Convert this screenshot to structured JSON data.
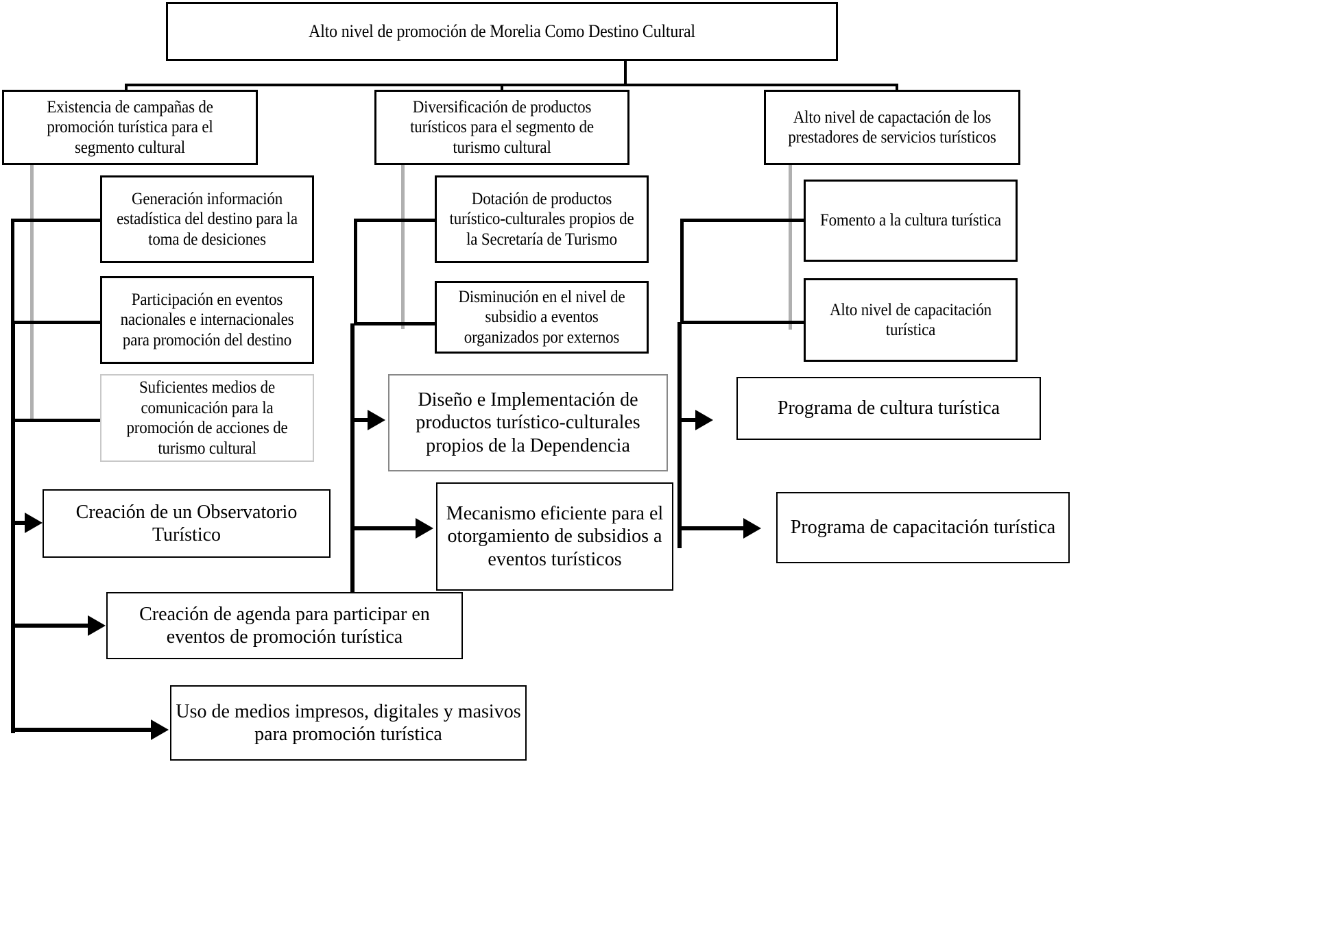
{
  "diagram": {
    "title": "Alto nivel de promoción de Morelia Como Destino Cultural",
    "type": "objectives-tree",
    "colors": {
      "box_border": "#000000",
      "box_border_muted": "#c8c8c8",
      "connector": "#000000",
      "connector_muted": "#b0b0b0",
      "background": "#ffffff",
      "text": "#000000"
    },
    "root": {
      "label": "Alto nivel de promoción de Morelia Como Destino Cultural"
    },
    "branches": [
      {
        "id": "branch-1",
        "label": "Existencia de campañas de promoción turística para el segmento cultural",
        "children": [
          {
            "id": "b1-c1",
            "label": "Generación información estadística del destino para la toma de desiciones"
          },
          {
            "id": "b1-c2",
            "label": "Participación en eventos nacionales e internacionales para promoción del destino"
          },
          {
            "id": "b1-c3",
            "label": "Suficientes medios de comunicación para la promoción de acciones de turismo cultural"
          }
        ],
        "actions": [
          {
            "id": "b1-a1",
            "label": "Creación de un Observatorio Turístico"
          },
          {
            "id": "b1-a2",
            "label": "Creación de agenda para participar en eventos de promoción turística"
          },
          {
            "id": "b1-a3",
            "label": "Uso de medios impresos, digitales y masivos para promoción turística"
          }
        ]
      },
      {
        "id": "branch-2",
        "label": "Diversificación de productos turísticos para el segmento de turismo cultural",
        "children": [
          {
            "id": "b2-c1",
            "label": "Dotación de productos turístico-culturales propios de la Secretaría de Turismo"
          },
          {
            "id": "b2-c2",
            "label": "Disminución en el nivel de subsidio a eventos organizados por externos"
          }
        ],
        "actions": [
          {
            "id": "b2-a1",
            "label": "Diseño e Implementación de productos turístico-culturales propios de la Dependencia"
          },
          {
            "id": "b2-a2",
            "label": "Mecanismo eficiente para el otorgamiento de subsidios a eventos turísticos"
          }
        ]
      },
      {
        "id": "branch-3",
        "label": "Alto nivel de capactación de los prestadores de servicios turísticos",
        "children": [
          {
            "id": "b3-c1",
            "label": "Fomento a la cultura turística"
          },
          {
            "id": "b3-c2",
            "label": "Alto nivel de capacitación turística"
          }
        ],
        "actions": [
          {
            "id": "b3-a1",
            "label": "Programa de cultura turística"
          },
          {
            "id": "b3-a2",
            "label": "Programa de capacitación turística"
          }
        ]
      }
    ]
  }
}
